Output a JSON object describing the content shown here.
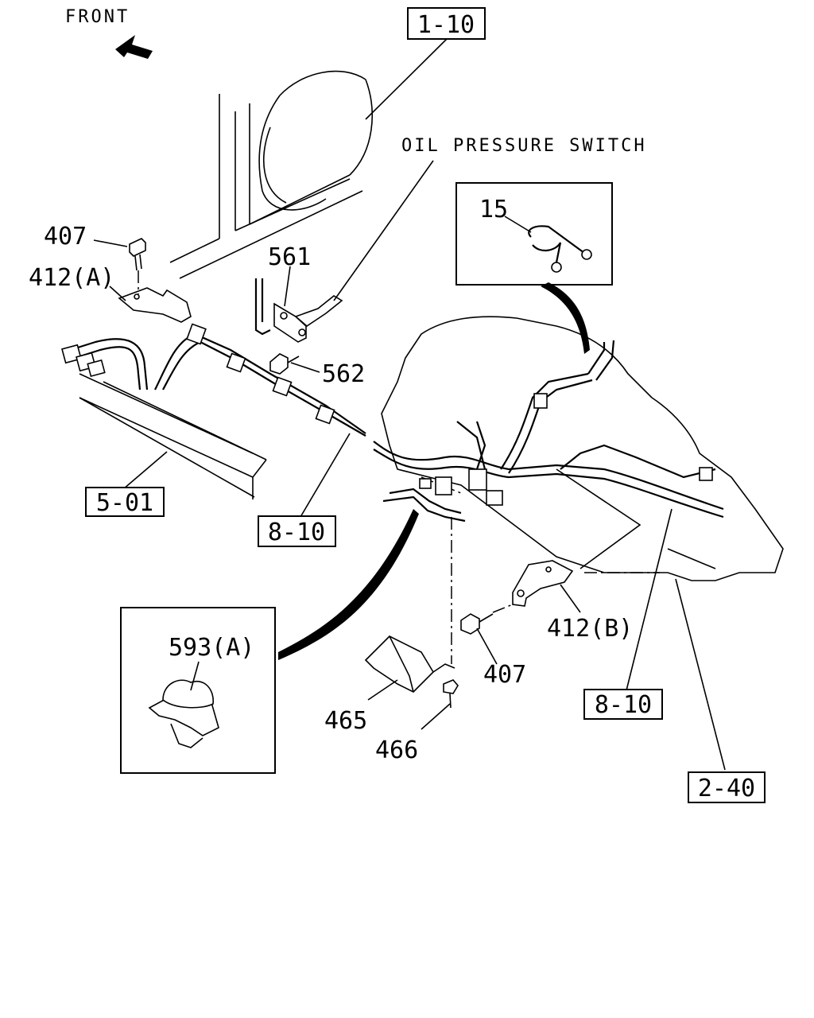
{
  "diagram": {
    "front_label": "FRONT",
    "oil_pressure_switch": "OIL PRESSURE SWITCH",
    "refs": {
      "r_1_10": "1-10",
      "r_5_01": "5-01",
      "r_8_10_a": "8-10",
      "r_8_10_b": "8-10",
      "r_2_40": "2-40"
    },
    "parts": {
      "p407_top": "407",
      "p412a": "412(A)",
      "p561": "561",
      "p562": "562",
      "p15": "15",
      "p593a": "593(A)",
      "p465": "465",
      "p466": "466",
      "p407_bottom": "407",
      "p412b": "412(B)"
    }
  }
}
